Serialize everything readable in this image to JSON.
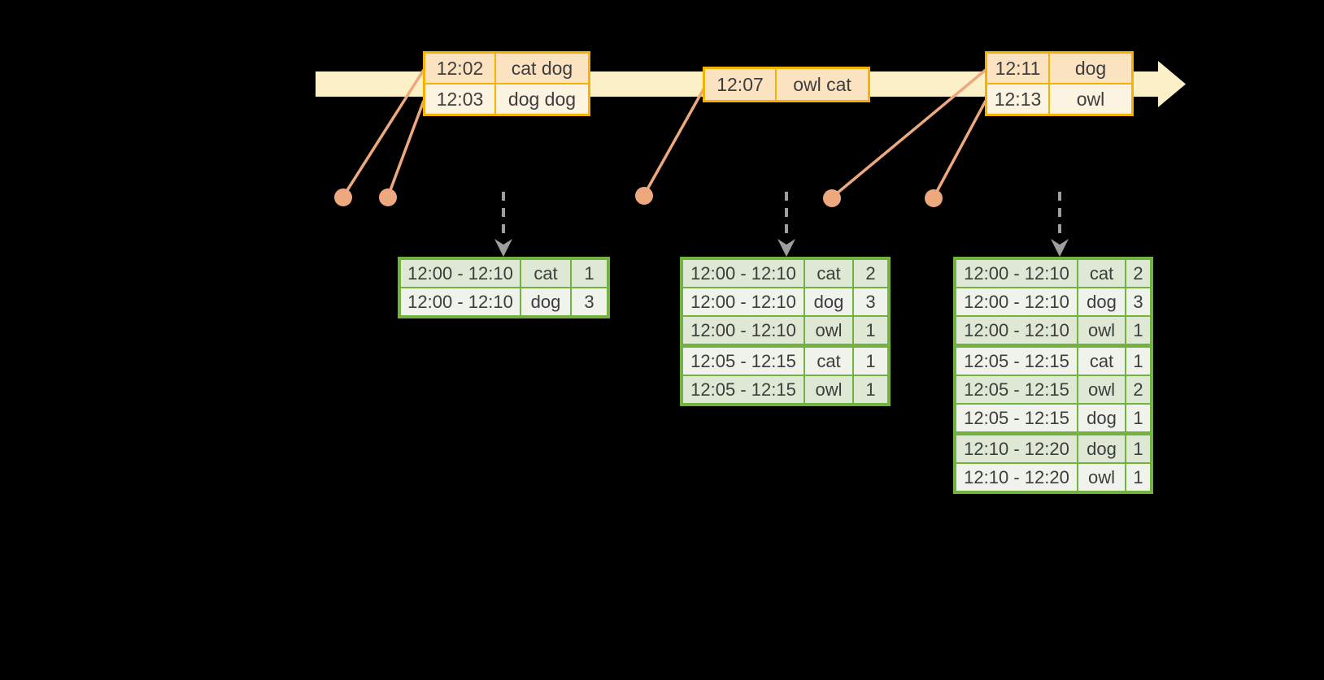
{
  "colors": {
    "background": "#000000",
    "timeline_fill": "#FBF0C7",
    "event_border": "#F3B300",
    "event_row_dark": "#FBE3C1",
    "event_row_light": "#FDF3E1",
    "marker": "#EDA87E",
    "result_border": "#71B33E",
    "result_row_dark": "#DEE8D4",
    "result_row_light": "#EFF3EB",
    "trigger_arrow": "#9E9E9E",
    "text": "#3D3D3D"
  },
  "event_tables": [
    {
      "rows": [
        {
          "time": "12:02",
          "words": "cat dog"
        },
        {
          "time": "12:03",
          "words": "dog dog"
        }
      ]
    },
    {
      "rows": [
        {
          "time": "12:07",
          "words": "owl cat"
        }
      ]
    },
    {
      "rows": [
        {
          "time": "12:11",
          "words": "dog"
        },
        {
          "time": "12:13",
          "words": "owl"
        }
      ]
    }
  ],
  "result_tables": [
    {
      "rows": [
        {
          "window": "12:00 - 12:10",
          "word": "cat",
          "count": "1"
        },
        {
          "window": "12:00 - 12:10",
          "word": "dog",
          "count": "3"
        }
      ]
    },
    {
      "rows": [
        {
          "window": "12:00 - 12:10",
          "word": "cat",
          "count": "2"
        },
        {
          "window": "12:00 - 12:10",
          "word": "dog",
          "count": "3"
        },
        {
          "window": "12:00 - 12:10",
          "word": "owl",
          "count": "1"
        },
        {
          "window": "12:05 - 12:15",
          "word": "cat",
          "count": "1",
          "group_start": true
        },
        {
          "window": "12:05 - 12:15",
          "word": "owl",
          "count": "1"
        }
      ]
    },
    {
      "rows": [
        {
          "window": "12:00 - 12:10",
          "word": "cat",
          "count": "2"
        },
        {
          "window": "12:00 - 12:10",
          "word": "dog",
          "count": "3"
        },
        {
          "window": "12:00 - 12:10",
          "word": "owl",
          "count": "1"
        },
        {
          "window": "12:05 - 12:15",
          "word": "cat",
          "count": "1",
          "group_start": true
        },
        {
          "window": "12:05 - 12:15",
          "word": "owl",
          "count": "2"
        },
        {
          "window": "12:05 - 12:15",
          "word": "dog",
          "count": "1"
        },
        {
          "window": "12:10 - 12:20",
          "word": "dog",
          "count": "1",
          "group_start": true
        },
        {
          "window": "12:10 - 12:20",
          "word": "owl",
          "count": "1"
        }
      ]
    }
  ]
}
